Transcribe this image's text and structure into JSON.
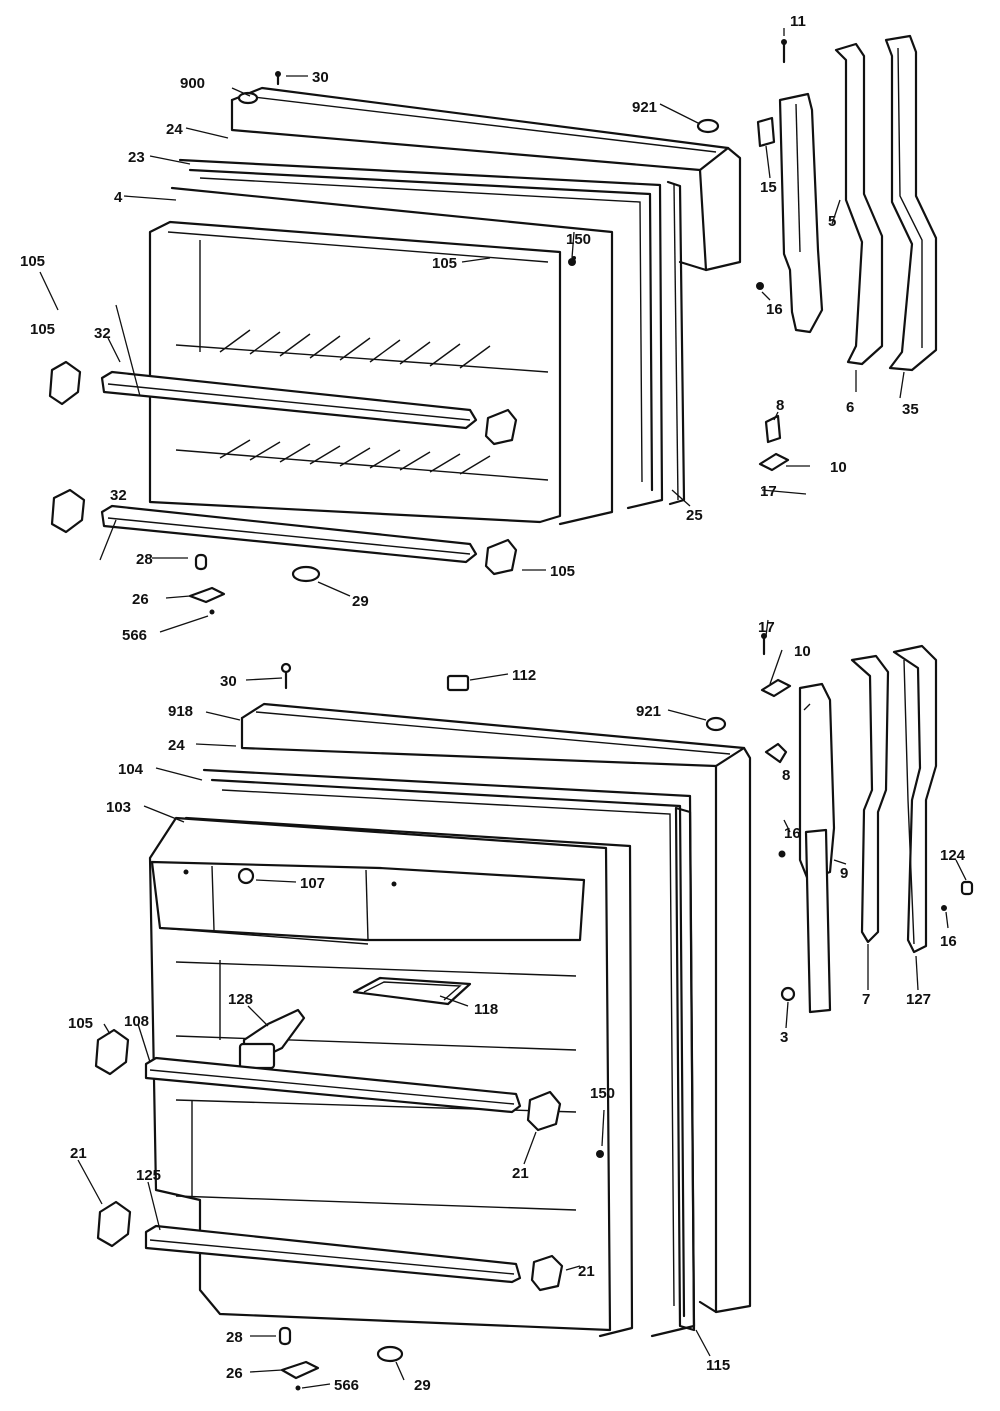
{
  "labels": {
    "top": [
      "900",
      "30",
      "921",
      "24",
      "23",
      "4",
      "15",
      "11",
      "5",
      "6",
      "35",
      "105",
      "32",
      "16",
      "8",
      "150",
      "105",
      "105",
      "10",
      "17",
      "25",
      "32",
      "28",
      "105",
      "26",
      "29",
      "566"
    ],
    "bottom": [
      "30",
      "112",
      "921",
      "918",
      "24",
      "17",
      "10",
      "104",
      "103",
      "107",
      "8",
      "16",
      "9",
      "124",
      "16",
      "127",
      "7",
      "3",
      "128",
      "118",
      "105",
      "108",
      "150",
      "21",
      "21",
      "125",
      "21",
      "28",
      "26",
      "566",
      "29",
      "115"
    ]
  }
}
